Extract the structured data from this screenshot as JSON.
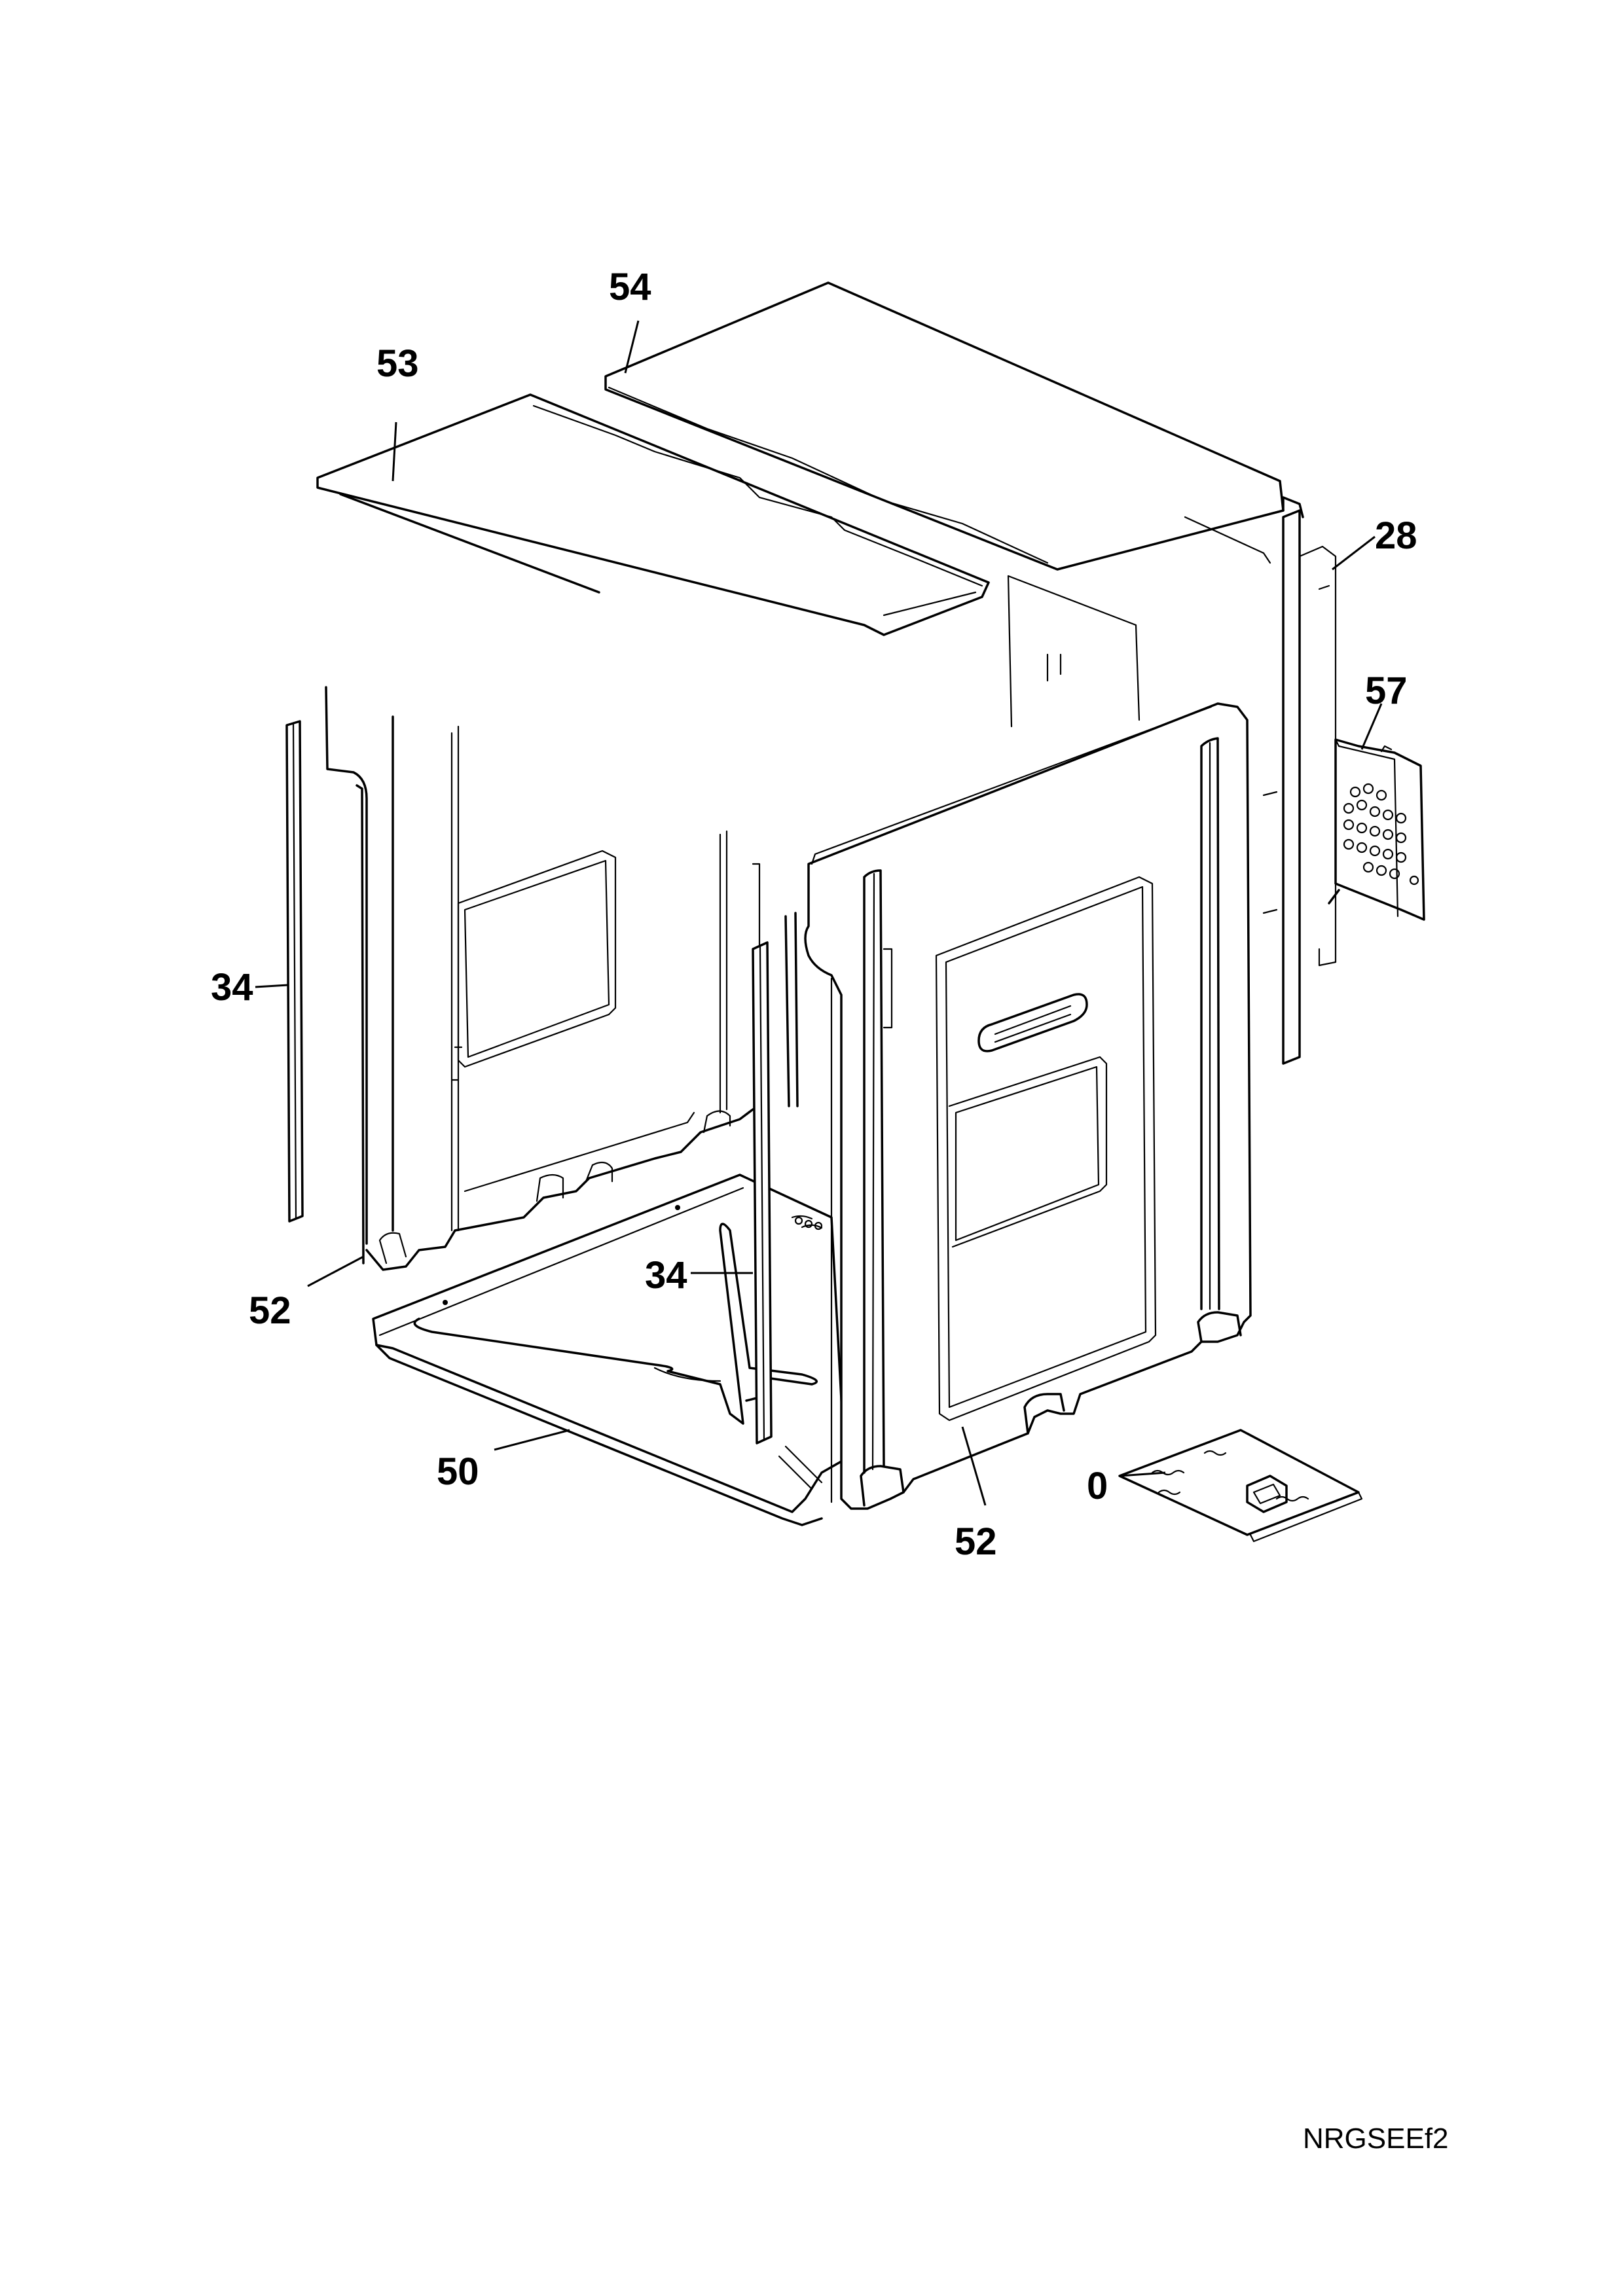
{
  "labels": {
    "top_panel_rear": "54",
    "top_panel_front": "53",
    "back_panel": "28",
    "fan_guard": "57",
    "rail_left": "34",
    "rail_right": "34",
    "side_panel_left": "52",
    "side_panel_right": "52",
    "bottom_panel": "50",
    "documentation": "0"
  },
  "drawing_code": "NRGSEEf2"
}
